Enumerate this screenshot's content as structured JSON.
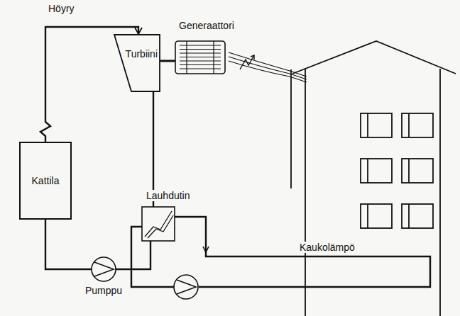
{
  "diagram": {
    "nodes": [
      {
        "text": [
          "Kattila"
        ]
      },
      {
        "text": [
          "Turbiini"
        ]
      },
      {
        "text": [
          "Generaattori"
        ]
      },
      {
        "text": [
          "Lauhdutin"
        ]
      },
      {
        "text": [
          "Pumppu"
        ]
      }
    ],
    "edges": [
      {
        "from": 0,
        "to": 1,
        "arrow": "to"
      },
      {
        "from": 1,
        "to": 3,
        "arrow": "none"
      },
      {
        "from": 1,
        "to": 2,
        "arrow": "none"
      },
      {
        "from": 3,
        "to": 4,
        "arrow": "none"
      },
      {
        "from": 4,
        "to": 0,
        "arrow": "none"
      }
    ],
    "labels": [
      "Höyry",
      "Kaukolämpö"
    ]
  }
}
